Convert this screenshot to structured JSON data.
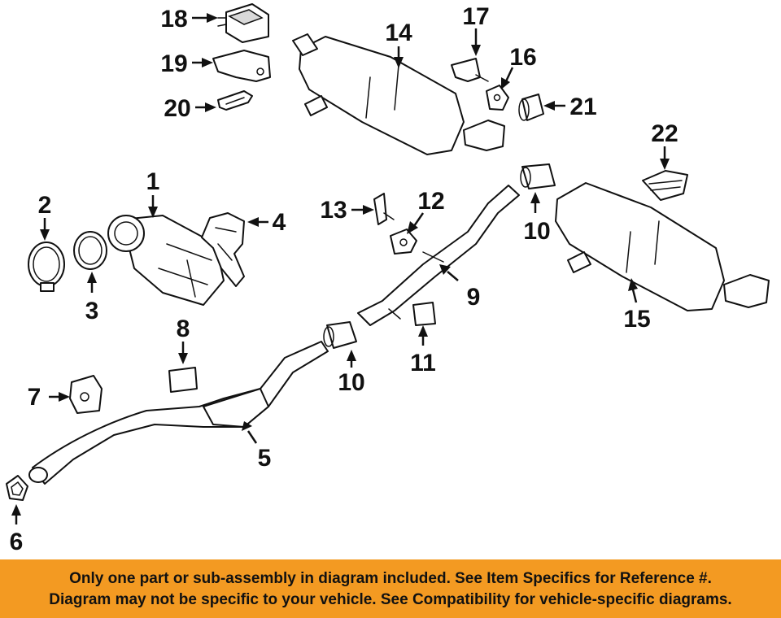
{
  "callouts": [
    "1",
    "2",
    "3",
    "4",
    "5",
    "6",
    "7",
    "8",
    "9",
    "10",
    "10",
    "11",
    "12",
    "13",
    "14",
    "15",
    "16",
    "17",
    "18",
    "19",
    "20",
    "21",
    "22"
  ],
  "notice": {
    "line1": "Only one part or sub-assembly in diagram included. See Item Specifics for Reference #.",
    "line2": "Diagram may not be specific to your vehicle. See Compatibility for vehicle-specific diagrams."
  },
  "colors": {
    "banner": "#f39a22",
    "ink": "#111111",
    "background": "#ffffff"
  }
}
